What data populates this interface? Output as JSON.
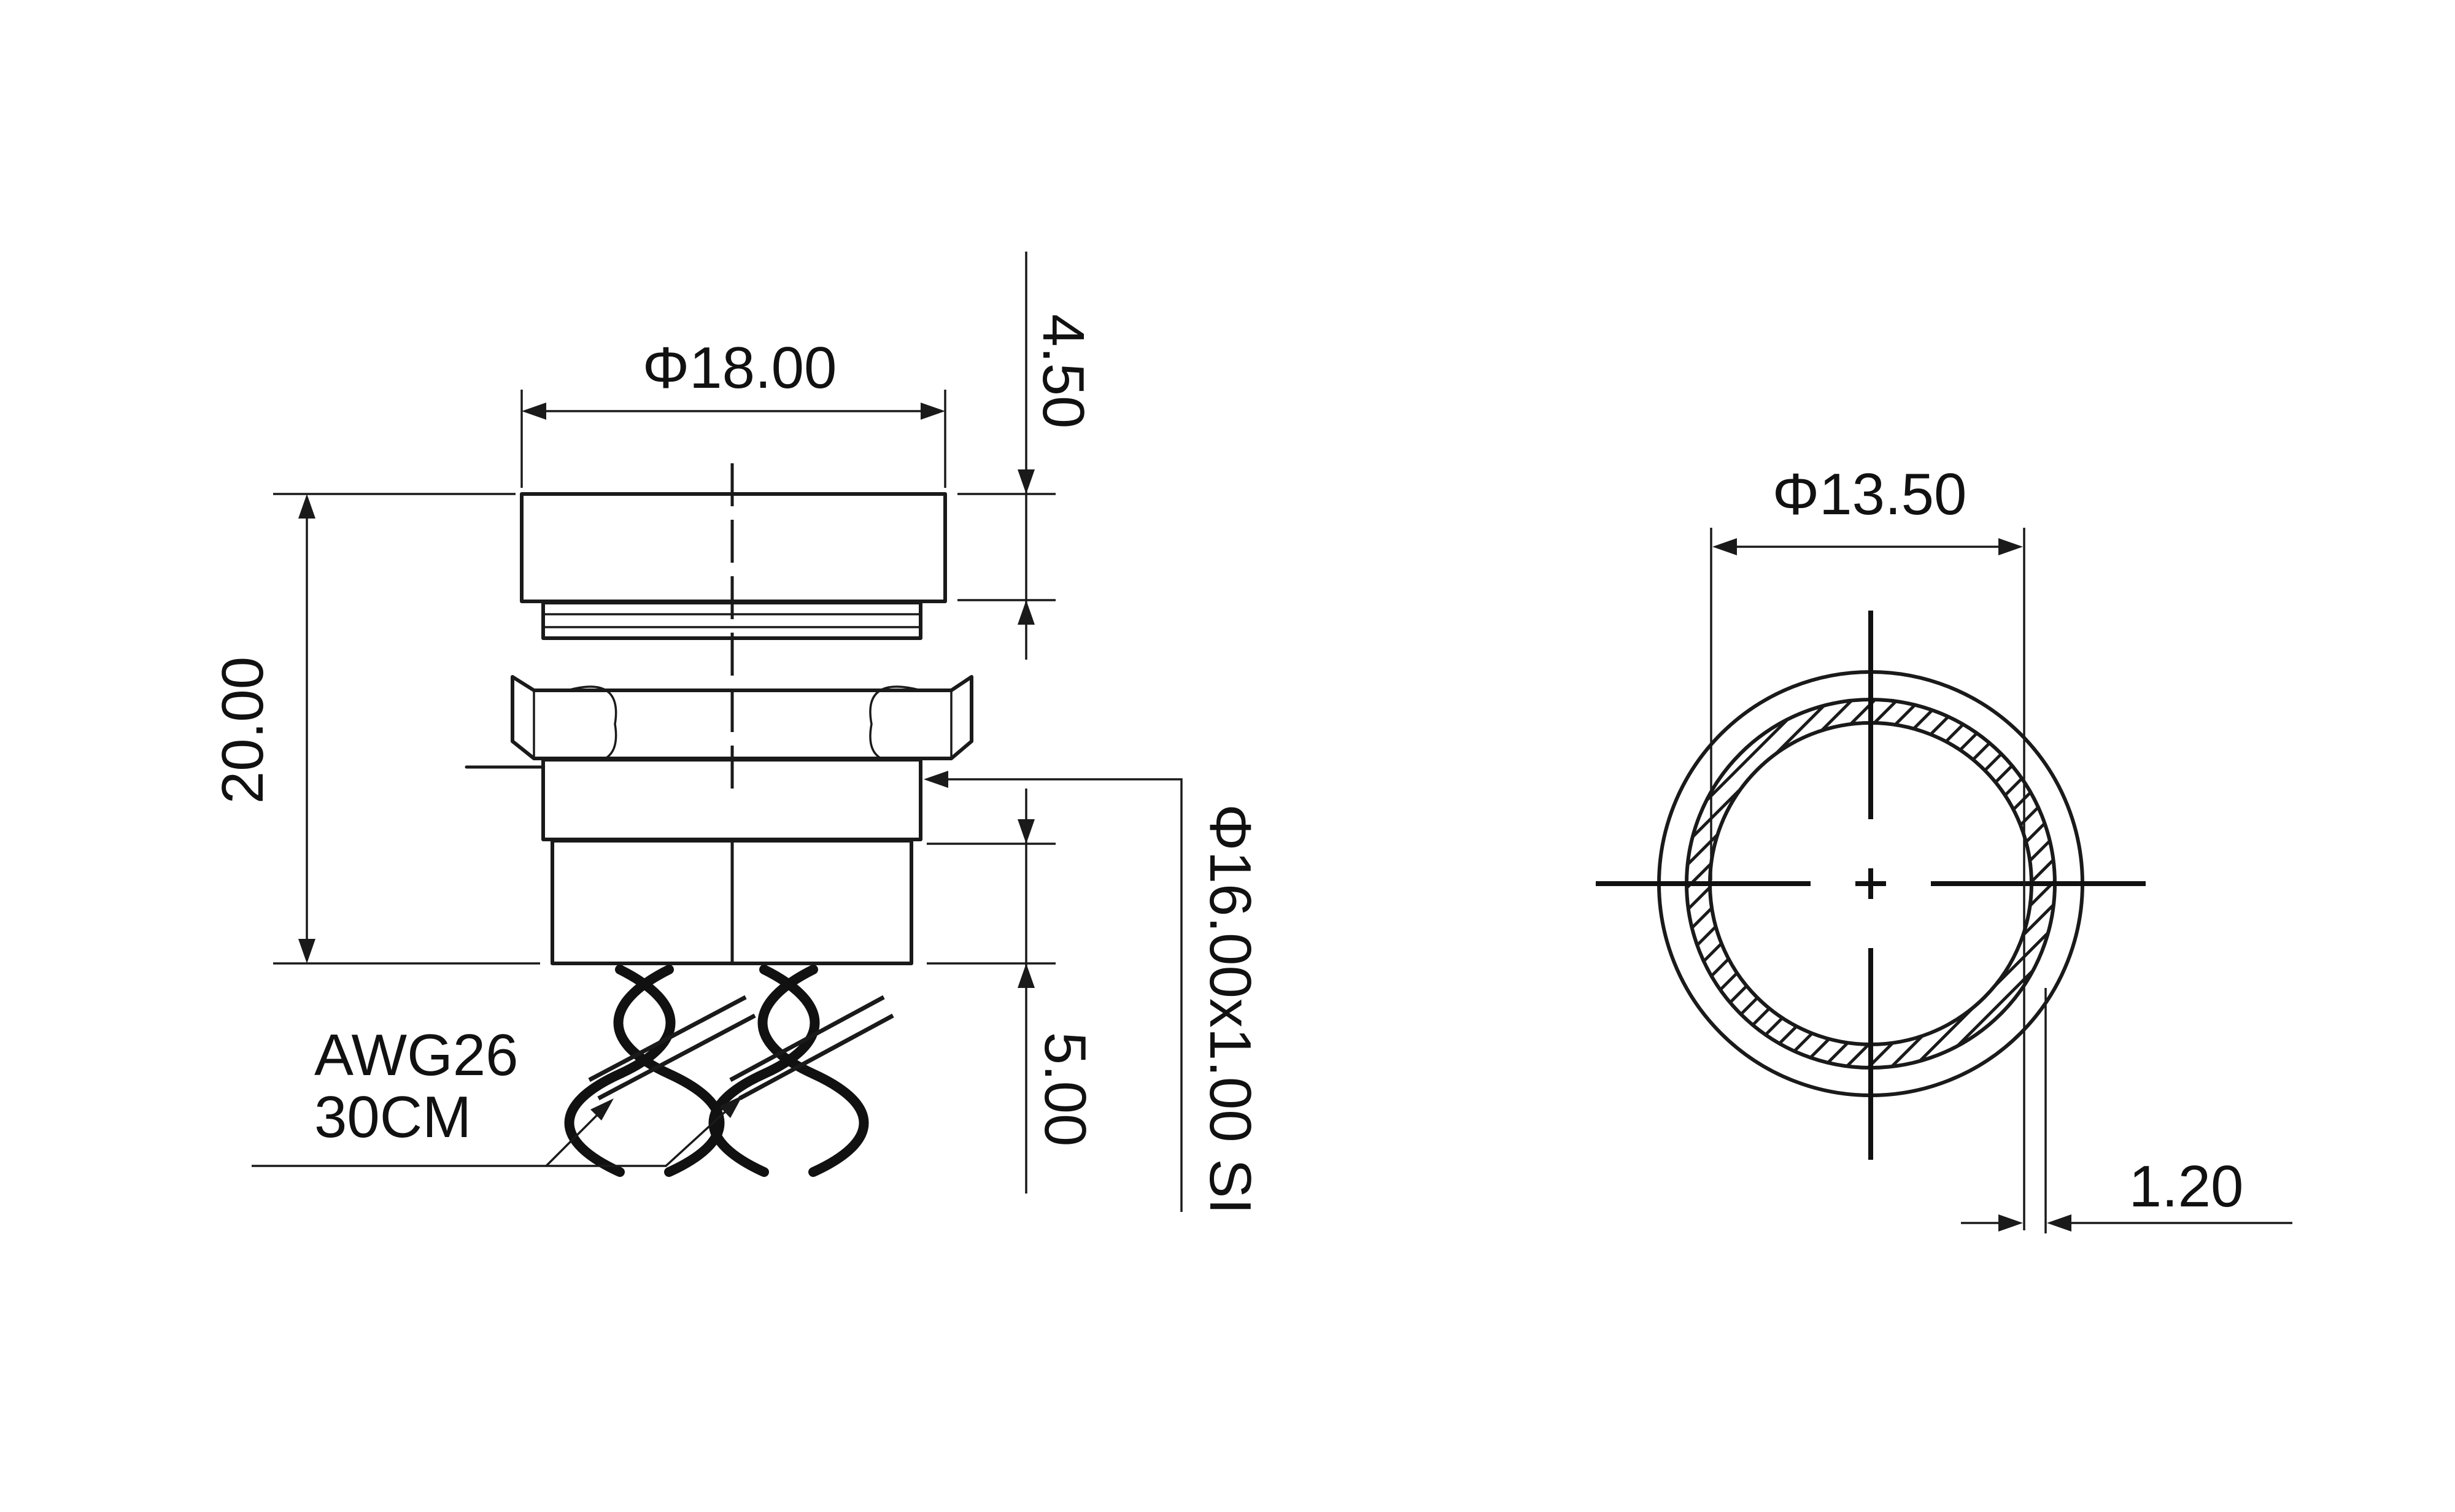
{
  "drawing": {
    "side_view": {
      "dim_head_diameter": "Φ18.00",
      "dim_head_height": "4.50",
      "dim_total_height": "20.00",
      "dim_terminal_length": "5.00",
      "dim_thread": "Φ16.00x1.00 SI",
      "wire_spec_line1": "AWG26",
      "wire_spec_line2": "30CM"
    },
    "front_view": {
      "dim_inner_diameter": "Φ13.50",
      "dim_ring_width": "1.20"
    }
  }
}
